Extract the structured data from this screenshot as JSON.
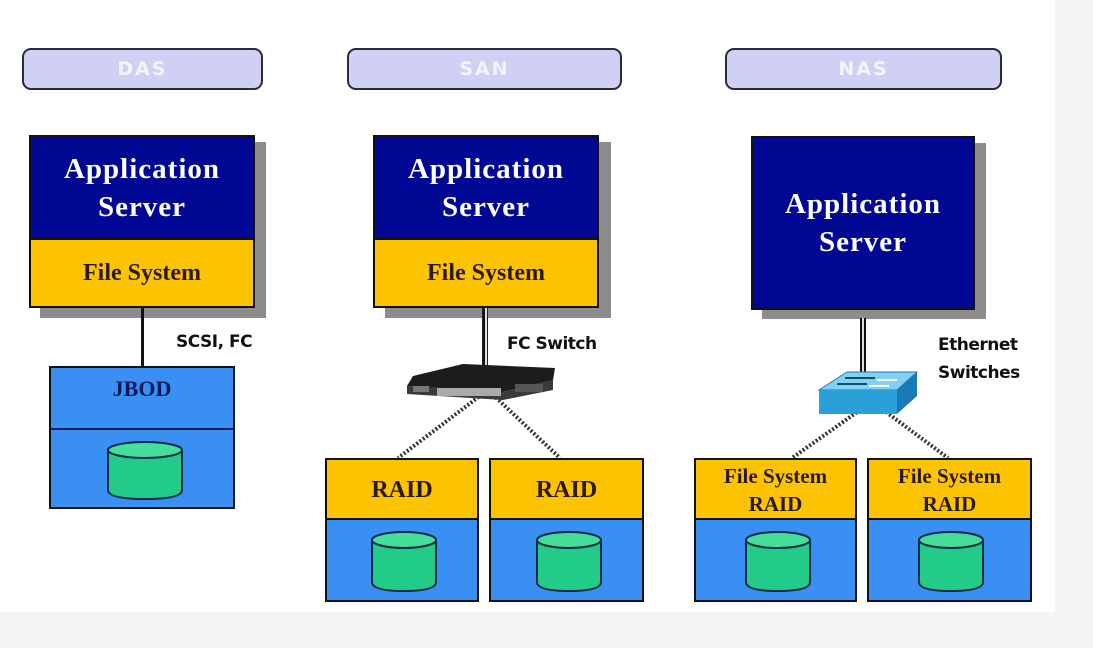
{
  "columns": [
    {
      "id": "das",
      "header": "DAS",
      "server": {
        "title_line1": "Application",
        "title_line2": "Server",
        "file_system": "File System"
      },
      "connection_label": "SCSI, FC",
      "storage": [
        {
          "label": "JBOD"
        }
      ]
    },
    {
      "id": "san",
      "header": "SAN",
      "server": {
        "title_line1": "Application",
        "title_line2": "Server",
        "file_system": "File System"
      },
      "connection_label": "FC Switch",
      "switch_icon": "fc-switch-icon",
      "storage": [
        {
          "label": "RAID"
        },
        {
          "label": "RAID"
        }
      ]
    },
    {
      "id": "nas",
      "header": "NAS",
      "server": {
        "title_line1": "Application",
        "title_line2": "Server"
      },
      "connection_label_line1": "Ethernet",
      "connection_label_line2": "Switches",
      "switch_icon": "ethernet-switch-icon",
      "storage": [
        {
          "label_line1": "File System",
          "label_line2": "RAID"
        },
        {
          "label_line1": "File System",
          "label_line2": "RAID"
        }
      ]
    }
  ],
  "colors": {
    "header_pill": "#cfd0f4",
    "server": "#000894",
    "file_system": "#fcc300",
    "storage": "#3a90f2",
    "disk": "#22cc88"
  }
}
